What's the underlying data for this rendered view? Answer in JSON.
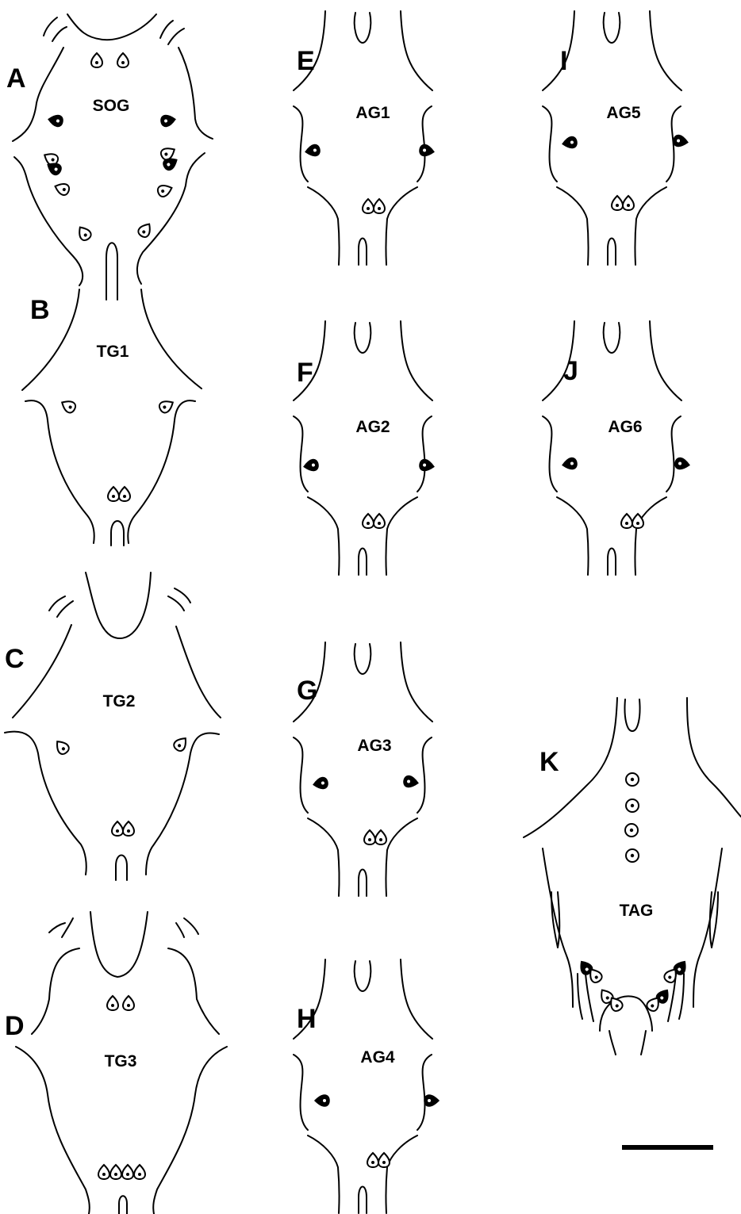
{
  "panels": {
    "A": {
      "letter": "A",
      "label": "SOG"
    },
    "B": {
      "letter": "B",
      "label": "TG1"
    },
    "C": {
      "letter": "C",
      "label": "TG2"
    },
    "D": {
      "letter": "D",
      "label": "TG3"
    },
    "E": {
      "letter": "E",
      "label": "AG1"
    },
    "F": {
      "letter": "F",
      "label": "AG2"
    },
    "G": {
      "letter": "G",
      "label": "AG3"
    },
    "H": {
      "letter": "H",
      "label": "AG4"
    },
    "I": {
      "letter": "I",
      "label": "AG5"
    },
    "J": {
      "letter": "J",
      "label": "AG6"
    },
    "K": {
      "letter": "K",
      "label": "TAG"
    }
  },
  "colors": {
    "line": "#000000",
    "background": "#ffffff"
  }
}
